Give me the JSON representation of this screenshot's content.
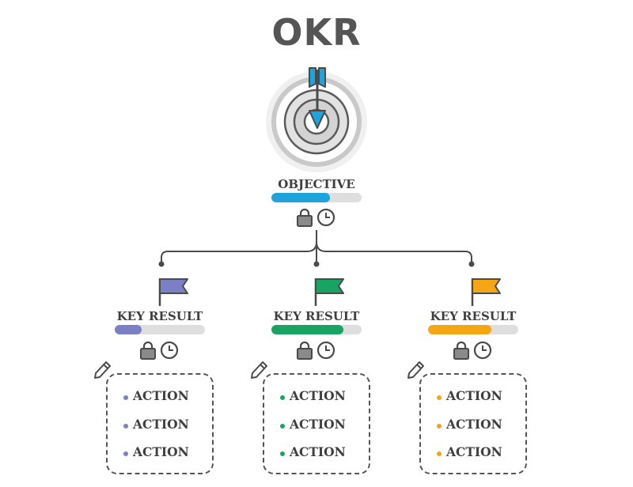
{
  "title": "OKR",
  "objective": {
    "label": "OBJECTIVE",
    "progress": 0.65,
    "color": "#1ea3dc",
    "icons": [
      "target-icon",
      "arrow-icon",
      "lock-icon",
      "clock-icon"
    ]
  },
  "key_results": [
    {
      "label": "KEY RESULT",
      "color": "#7b7fc6",
      "progress": 0.3,
      "icons": [
        "flag-icon",
        "lock-icon",
        "clock-icon",
        "pencil-icon"
      ],
      "actions": [
        "ACTION",
        "ACTION",
        "ACTION"
      ]
    },
    {
      "label": "KEY RESULT",
      "color": "#18a563",
      "progress": 0.8,
      "icons": [
        "flag-icon",
        "lock-icon",
        "clock-icon",
        "pencil-icon"
      ],
      "actions": [
        "ACTION",
        "ACTION",
        "ACTION"
      ]
    },
    {
      "label": "KEY RESULT",
      "color": "#f5a615",
      "progress": 0.7,
      "icons": [
        "flag-icon",
        "lock-icon",
        "clock-icon",
        "pencil-icon"
      ],
      "actions": [
        "ACTION",
        "ACTION",
        "ACTION"
      ]
    }
  ]
}
